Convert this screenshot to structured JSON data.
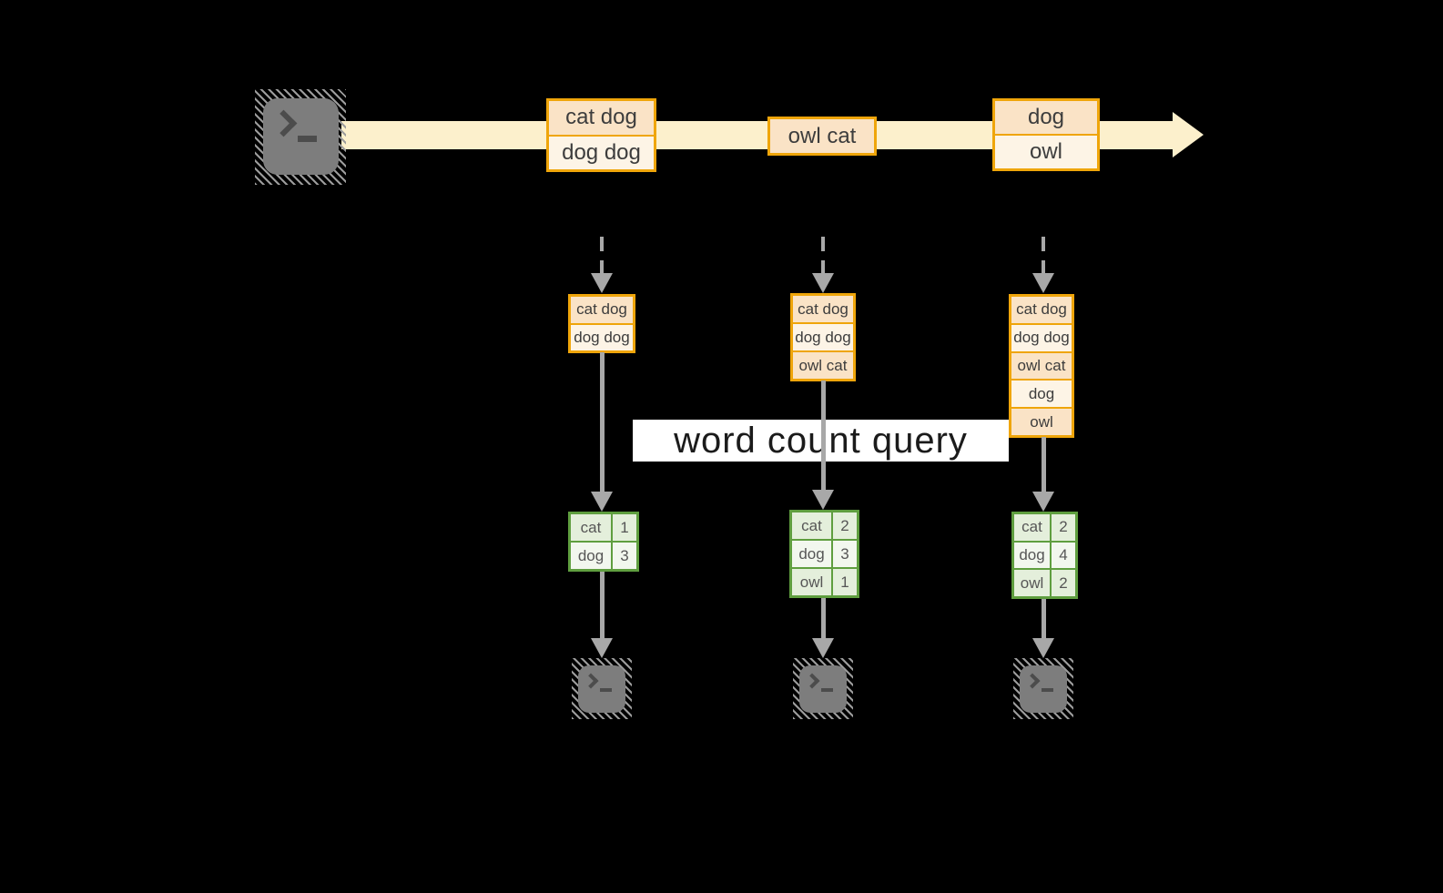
{
  "banner": {
    "label": "word count query"
  },
  "stream": {
    "messages": [
      {
        "rows": [
          "cat dog",
          "dog dog"
        ]
      },
      {
        "rows": [
          "owl cat"
        ]
      },
      {
        "rows": [
          "dog",
          "owl"
        ]
      }
    ]
  },
  "workers": [
    {
      "buffer": [
        "cat dog",
        "dog dog"
      ],
      "counts": [
        {
          "word": "cat",
          "count": "1"
        },
        {
          "word": "dog",
          "count": "3"
        }
      ]
    },
    {
      "buffer": [
        "cat dog",
        "dog dog",
        "owl cat"
      ],
      "counts": [
        {
          "word": "cat",
          "count": "2"
        },
        {
          "word": "dog",
          "count": "3"
        },
        {
          "word": "owl",
          "count": "1"
        }
      ]
    },
    {
      "buffer": [
        "cat dog",
        "dog dog",
        "owl cat",
        "dog",
        "owl"
      ],
      "counts": [
        {
          "word": "cat",
          "count": "2"
        },
        {
          "word": "dog",
          "count": "4"
        },
        {
          "word": "owl",
          "count": "2"
        }
      ]
    }
  ],
  "icons": {
    "source": "terminal-icon",
    "outputs": [
      "terminal-icon",
      "terminal-icon",
      "terminal-icon"
    ]
  },
  "colors": {
    "background": "#000000",
    "stream_band": "#fcf0cc",
    "record_border": "#efa50a",
    "record_fill_dark": "#fae3c6",
    "record_fill_light": "#fdf4e6",
    "arrow_gray": "#a8a8a8",
    "table_border": "#5f9e3f",
    "table_cell_dark": "#e4efdb",
    "table_cell_light": "#f2f7ee",
    "terminal_gray": "#7d7d7d",
    "banner_bg": "#ffffff",
    "text_dark": "#3d3d3d"
  }
}
